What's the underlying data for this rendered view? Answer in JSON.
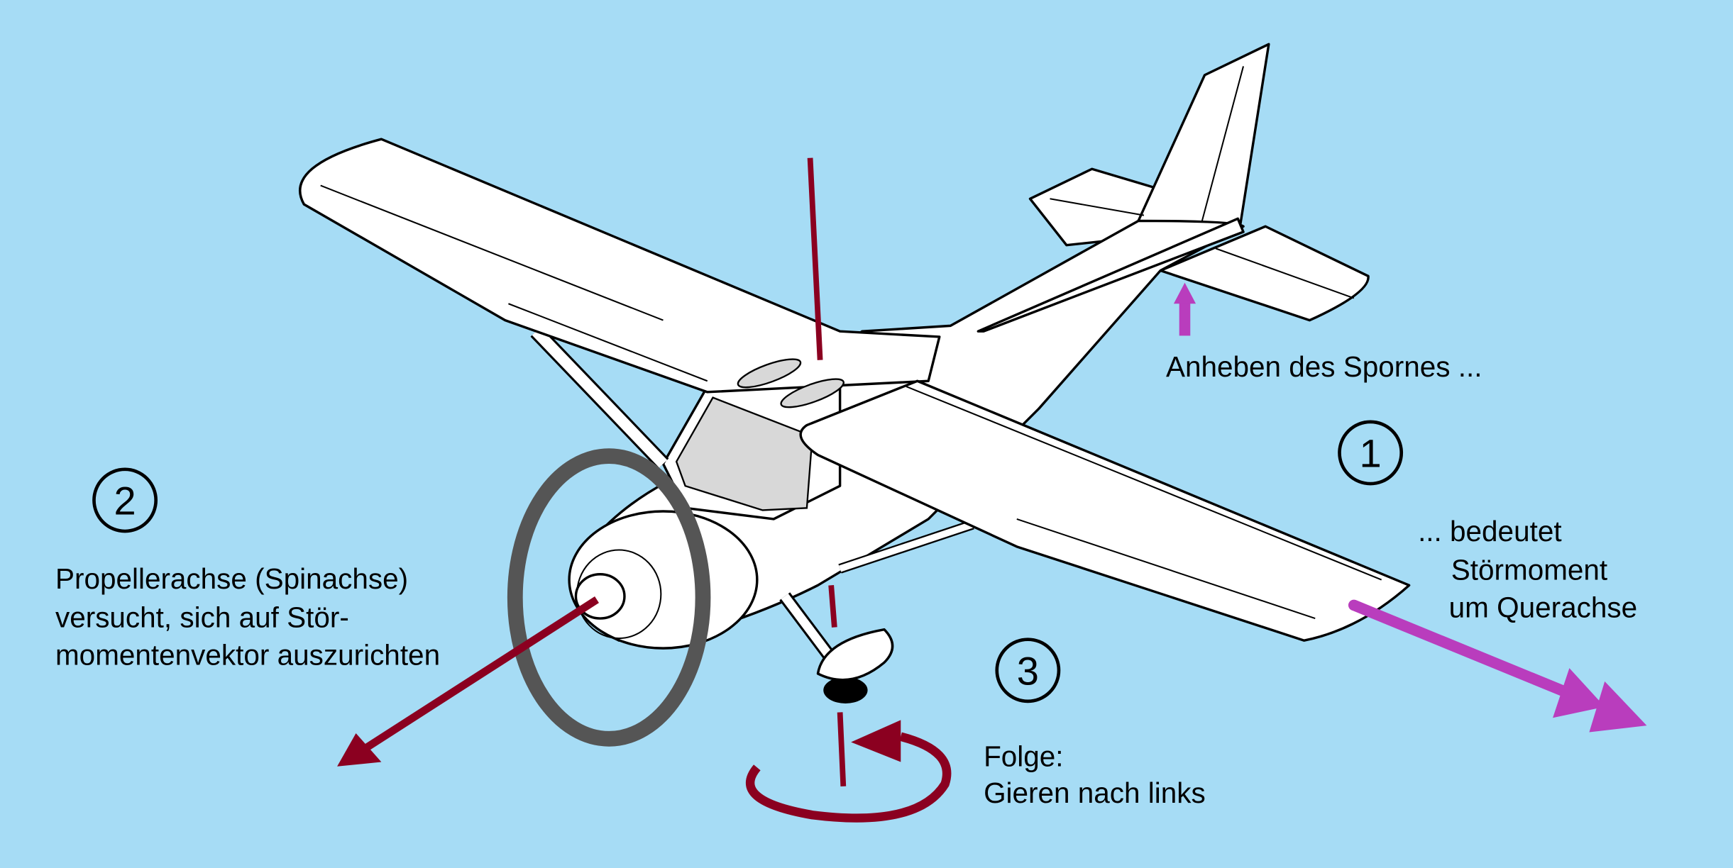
{
  "colors": {
    "background": "#a6dcf5",
    "disturbance_arrow": "#b93dbd",
    "axis_red": "#8b0020",
    "propeller_ring": "#555555"
  },
  "labels": {
    "step1_number": "1",
    "step2_number": "2",
    "step3_number": "3",
    "tail_lift": "Anheben des Spornes ...",
    "meaning_line1": "... bedeutet",
    "meaning_line2": "Störmoment",
    "meaning_line3": "um Querachse",
    "propeller_line1": "Propellerachse (Spinachse)",
    "propeller_line2": "versucht, sich auf Stör-",
    "propeller_line3": "momentenvektor auszurichten",
    "result_line1": "Folge:",
    "result_line2": "Gieren nach links"
  }
}
